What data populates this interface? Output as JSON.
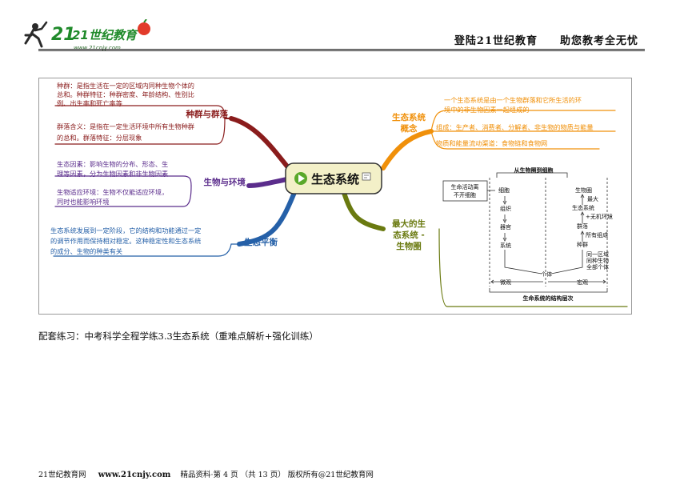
{
  "header": {
    "logo_text": "21世纪教育",
    "logo_url": "www.21cnjy.com",
    "slogan": "登陆21世纪教育　　助您教考全无忧"
  },
  "mindmap": {
    "center": "生态系统",
    "left": [
      {
        "title": "种群与群落",
        "notes": [
          [
            "种群：是指生活在一定的区域内同种生物个体的",
            "总和。种群特征：种群密度、年龄结构、性别比",
            "例、出生率和死亡率等"
          ],
          [
            "群落含义：是指在一定生活环境中所有生物种群",
            "的总和。群落特征：分层现象"
          ]
        ]
      },
      {
        "title": "生物与环境",
        "notes": [
          [
            "生态因素：影响生物的分布、形态、生",
            "理等因素，分为生物因素和非生物因素"
          ],
          [
            "生物适应环境：生物不仅能适应环境，",
            "同时也能影响环境"
          ]
        ]
      },
      {
        "title": "生态平衡",
        "notes": [
          [
            "生态系统发展到一定阶段，它的结构和功能通过一定",
            "的调节作用而保持相对稳定。这种稳定性和生态系统",
            "的成分、生物的种类有关"
          ]
        ]
      }
    ],
    "right": [
      {
        "title": [
          "生态系统",
          "概念"
        ],
        "notes": [
          [
            "一个生态系统是由一个生物群落和它所生活的环",
            "境中的非生物因素一起组成的"
          ],
          [
            "组成：生产者、消费者、分解者、非生物的物质与能量"
          ],
          [
            "物质和能量流动渠道：食物链和食物网"
          ]
        ]
      },
      {
        "title": [
          "最大的生",
          "态系统 -",
          "生物圈"
        ]
      }
    ],
    "diagram": {
      "top_label": "从生物圈到细胞",
      "box_label": [
        "生命活动离",
        "不开细胞"
      ],
      "left_chain": [
        "细胞",
        "组织",
        "器官",
        "系统"
      ],
      "right_chain": [
        "生物圈",
        "最大",
        "生态系统",
        "+无机环境",
        "群落",
        "所有组成",
        "种群",
        "同一区域",
        "同种生物",
        "全部个体"
      ],
      "mid_label": "个体",
      "micro": "微观",
      "macro": "宏观",
      "bottom_label": "生命系统的结构层次"
    }
  },
  "caption": "配套练习：中考科学全程学练3.3生态系统（重难点解析+强化训练）",
  "footer": {
    "site": "21世纪教育网",
    "url": "www.21cnjy.com",
    "rest": "精品资料·第 4 页 （共 13 页） 版权所有@21世纪教育网"
  },
  "colors": {
    "dark_red": "#8a1c1c",
    "purple": "#5b2d8c",
    "blue": "#2560a8",
    "orange": "#f0900a",
    "olive": "#6a7a10",
    "center_fill": "#f3f0c8"
  }
}
